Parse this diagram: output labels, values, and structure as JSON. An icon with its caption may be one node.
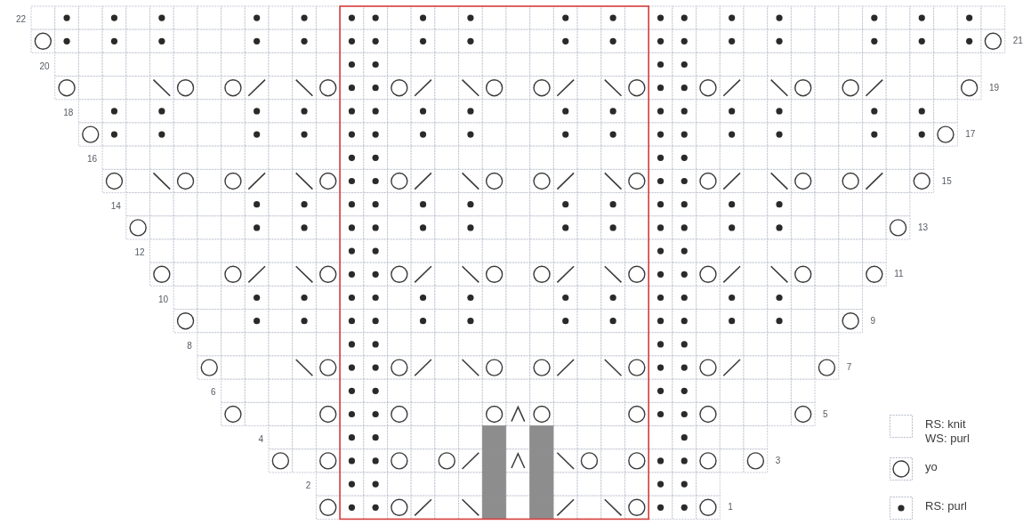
{
  "diagram": {
    "labels": [
      "22",
      "21",
      "20",
      "19",
      "18",
      "17",
      "16",
      "15",
      "14",
      "13",
      "12",
      "11",
      "10",
      "9",
      "8",
      "7",
      "6",
      "5",
      "4",
      "3",
      "2",
      "1"
    ],
    "legend": [
      {
        "text": "RS: knit WS: purl"
      },
      {
        "text": "yo"
      },
      {
        "text": "RS: purl"
      }
    ]
  }
}
